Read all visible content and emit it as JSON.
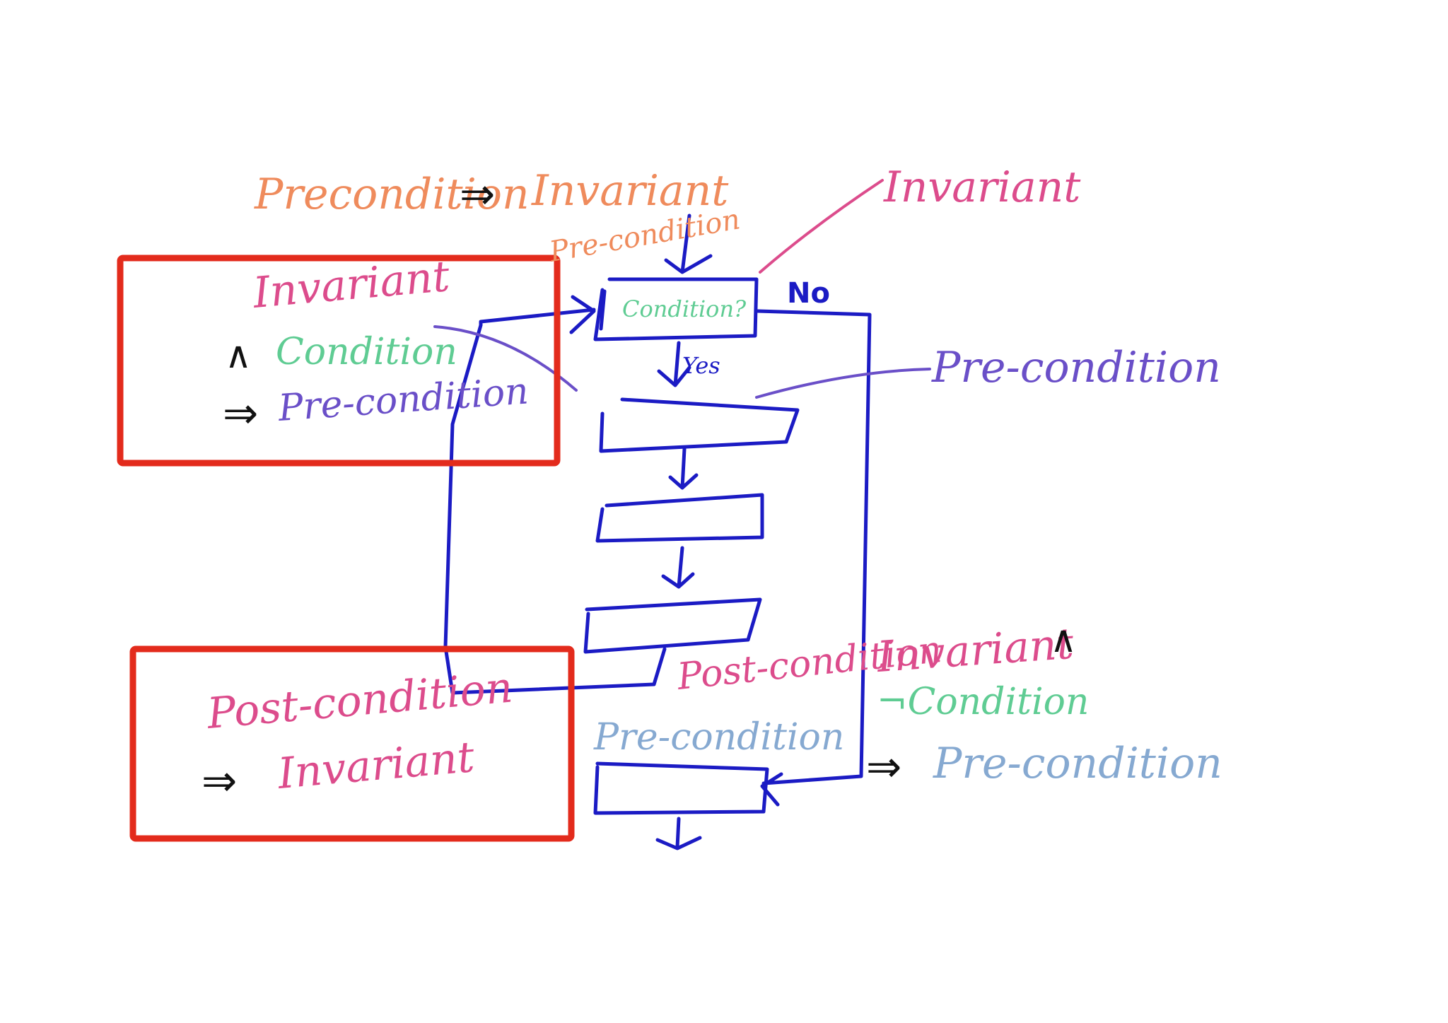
{
  "colors": {
    "background": "#ffffff",
    "orange": "#ef8b5c",
    "pink": "#dc4c8c",
    "green": "#5fcc93",
    "purple": "#6a4fc8",
    "blue": "#1b1bc4",
    "lightblue": "#86a9d1",
    "black": "#111111",
    "red": "#e32b1c"
  },
  "top_rule": {
    "precondition": "Precondition",
    "implies": "⇒",
    "invariant": "Invariant"
  },
  "label_precondition_above_condition": "Pre-condition",
  "label_invariant_right": "Invariant",
  "condition_box": {
    "text": "Condition?",
    "yes_label": "Yes",
    "no_label": "No"
  },
  "label_precondition_right": "Pre-condition",
  "box_top_left": {
    "invariant": "Invariant",
    "and_symbol": "∧",
    "condition": "Condition",
    "implies": "⇒",
    "precondition": "Pre-condition"
  },
  "box_bottom_left": {
    "postcondition": "Post-condition",
    "implies": "⇒",
    "invariant": "Invariant"
  },
  "label_postcondition_middle": "Post-condition",
  "exit_rule": {
    "invariant": "Invariant",
    "and_symbol": "∧",
    "not_condition": "¬Condition",
    "implies": "⇒",
    "precondition": "Pre-condition"
  },
  "label_precondition_exit": "Pre-condition"
}
